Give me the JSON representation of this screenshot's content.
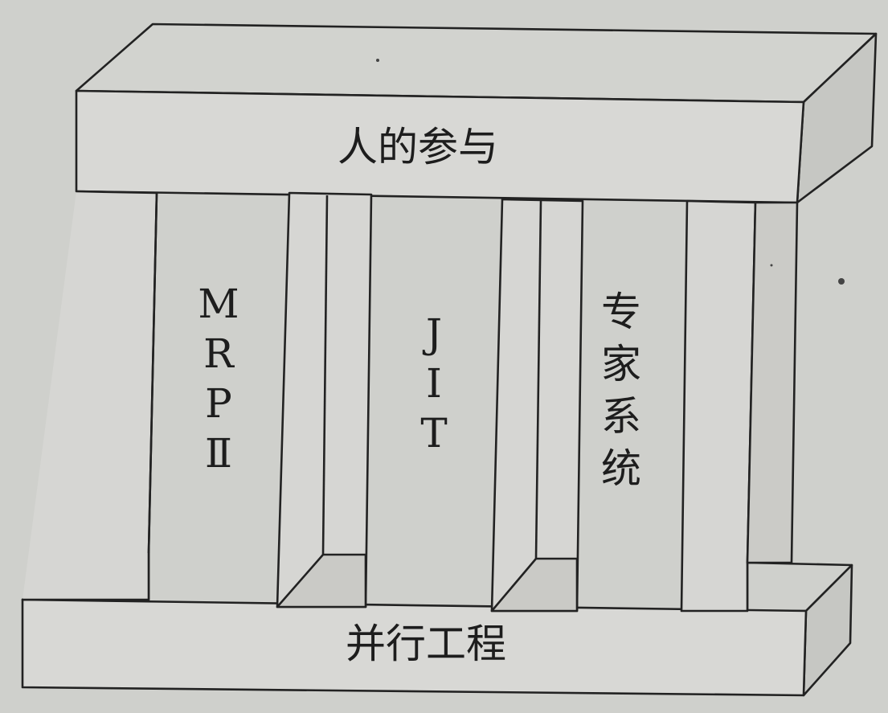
{
  "diagram": {
    "top_beam_label": "人的参与",
    "base_label": "并行工程",
    "pillar_left_label": [
      "M",
      "R",
      "P",
      "Ⅱ"
    ],
    "pillar_middle_label": [
      "J",
      "I",
      "T"
    ],
    "pillar_right_label": [
      "专",
      "家",
      "系",
      "统"
    ],
    "colors": {
      "background": "#cfd0cc",
      "line": "#222222",
      "face": "#d6d6d3",
      "face_shade": "#c8c8c4"
    }
  }
}
